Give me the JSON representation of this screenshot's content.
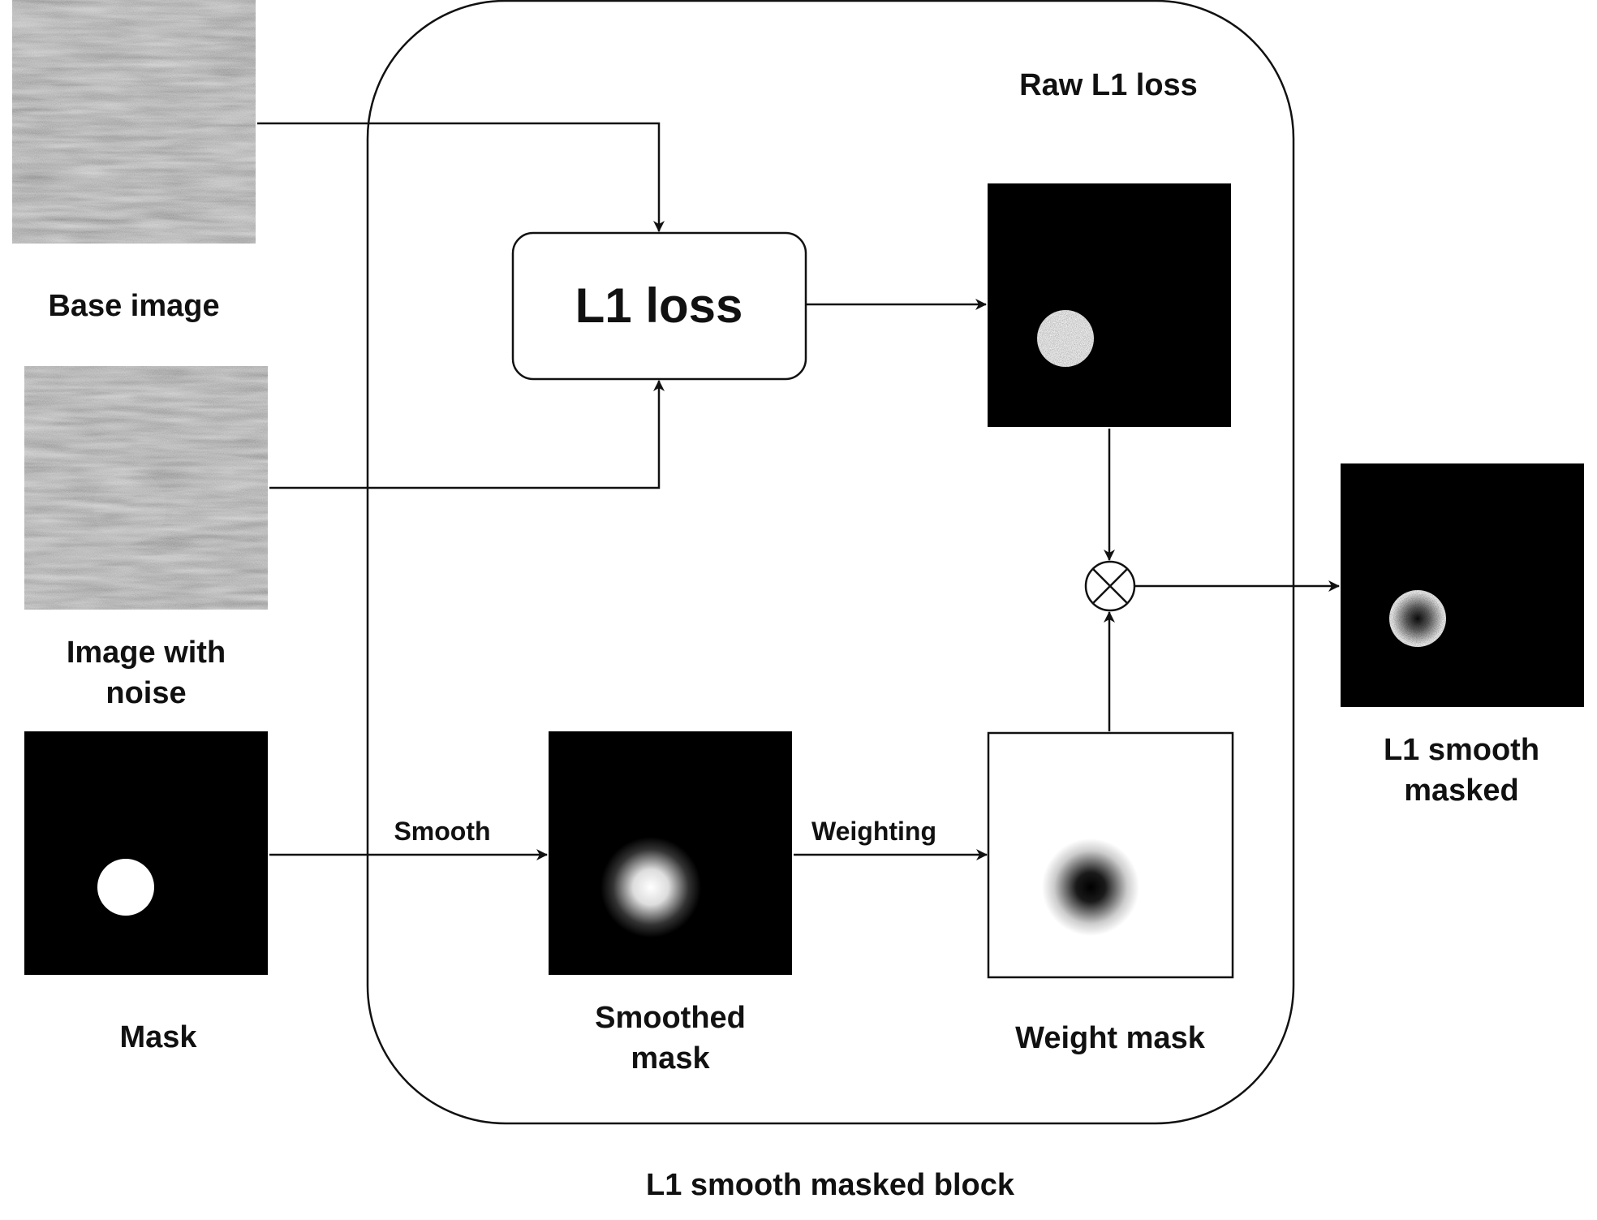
{
  "block": {
    "title": "L1 smooth masked block"
  },
  "inputs": {
    "base_image": "Base image",
    "noisy_image_line1": "Image with",
    "noisy_image_line2": "noise",
    "mask": "Mask"
  },
  "l1_loss_box": "L1 loss",
  "raw_l1_loss": "Raw L1 loss",
  "smoothed_mask_line1": "Smoothed",
  "smoothed_mask_line2": "mask",
  "weight_mask": "Weight mask",
  "output_line1": "L1 smooth",
  "output_line2": "masked",
  "edges": {
    "smooth": "Smooth",
    "weighting": "Weighting"
  },
  "multiply_icon": "circled-times-icon",
  "colors": {
    "stroke": "#111111",
    "background": "#ffffff",
    "image_black": "#000000"
  }
}
